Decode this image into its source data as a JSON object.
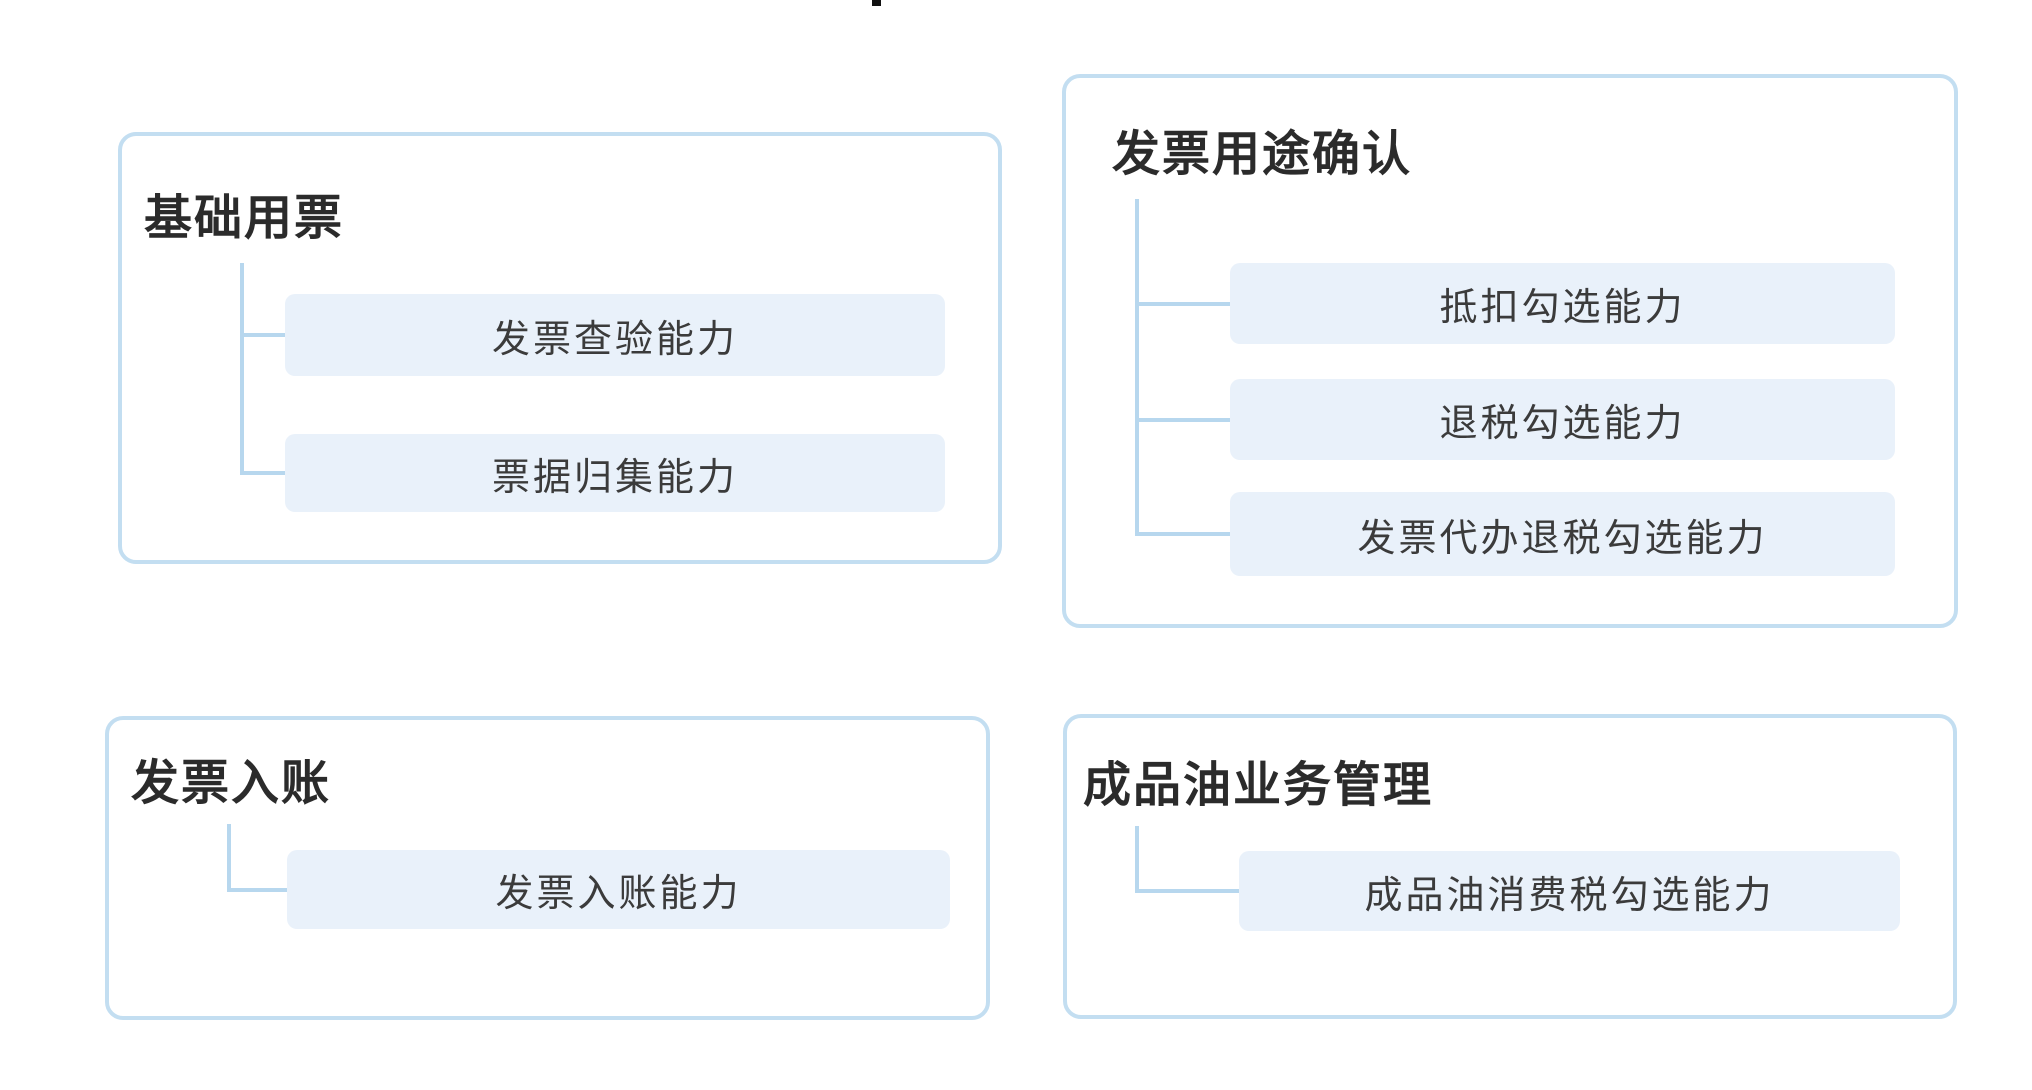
{
  "colors": {
    "background": "#ffffff",
    "panel_border": "#c3def1",
    "connector_line": "#b7d7ee",
    "child_node_bg": "#e9f1fa",
    "title_text": "#2b2b2b",
    "child_text": "#3b3b3b",
    "cut_mark": "#111111"
  },
  "panels": [
    {
      "title": "基础用票",
      "children": [
        "发票查验能力",
        "票据归集能力"
      ]
    },
    {
      "title": "发票用途确认",
      "children": [
        "抵扣勾选能力",
        "退税勾选能力",
        "发票代办退税勾选能力"
      ]
    },
    {
      "title": "发票入账",
      "children": [
        "发票入账能力"
      ]
    },
    {
      "title": "成品油业务管理",
      "children": [
        "成品油消费税勾选能力"
      ]
    }
  ]
}
